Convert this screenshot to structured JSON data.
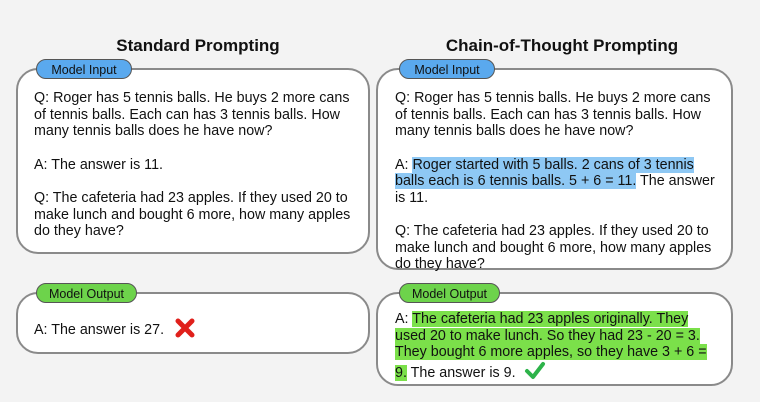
{
  "standard": {
    "title": "Standard Prompting",
    "input_tag": "Model Input",
    "input": {
      "q1": "Q: Roger has 5 tennis balls. He buys 2 more cans of tennis balls. Each can has 3 tennis balls. How many tennis balls does he have now?",
      "a1": "A: The answer is 11.",
      "q2": "Q: The cafeteria had 23 apples. If they used 20 to make lunch and bought 6 more, how many apples do they have?"
    },
    "output_tag": "Model Output",
    "output": "A: The answer is 27.",
    "output_icon": "red-cross-icon"
  },
  "cot": {
    "title": "Chain-of-Thought Prompting",
    "input_tag": "Model Input",
    "input": {
      "q1": "Q: Roger has 5 tennis balls. He buys 2 more cans of tennis balls. Each can has 3 tennis balls. How many tennis balls does he have now?",
      "a1_prefix": "A: ",
      "a1_highlight": "Roger started with 5 balls. 2 cans of 3 tennis balls each is 6 tennis balls. 5 + 6 = 11.",
      "a1_suffix": " The answer is 11.",
      "q2": "Q: The cafeteria had 23 apples. If they used 20 to make lunch and bought 6 more, how many apples do they have?"
    },
    "output_tag": "Model Output",
    "output_prefix": "A: ",
    "output_highlight": "The cafeteria had 23 apples originally. They used 20 to make lunch. So they had 23 - 20 = 3. They bought 6 more apples, so they have 3 + 6 = 9.",
    "output_suffix": " The answer is 9.",
    "output_icon": "green-check-icon"
  },
  "colors": {
    "input_tag": "#5aa9ee",
    "output_tag": "#6dd34b",
    "highlight_blue": "#8ec8f4",
    "highlight_green": "#7be04a",
    "wrong": "#e0201b",
    "right": "#2db34a"
  }
}
